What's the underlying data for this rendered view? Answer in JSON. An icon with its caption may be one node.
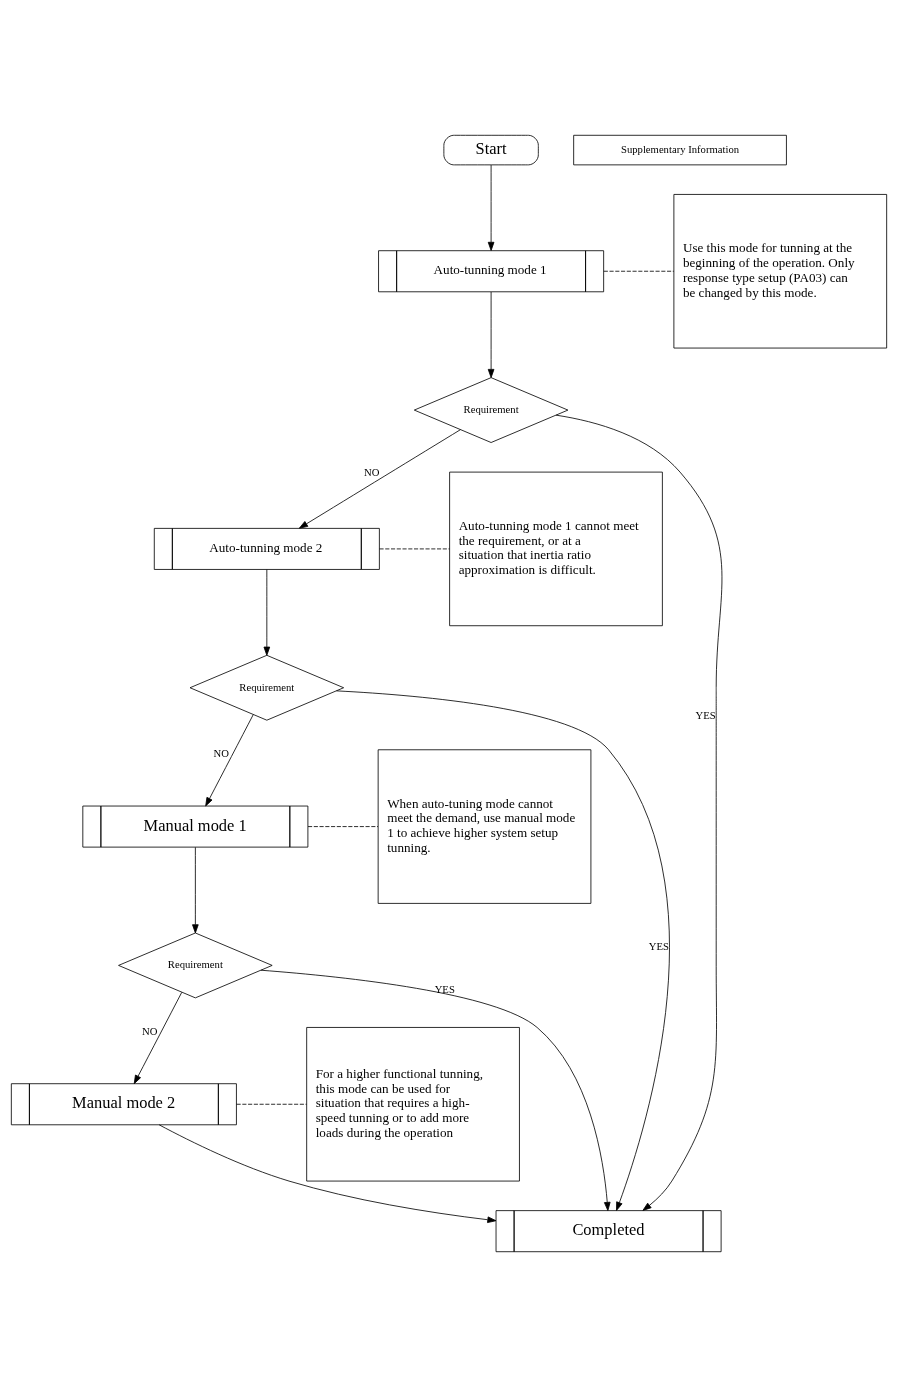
{
  "diagram": {
    "nodes": [
      {
        "text": [
          "Start"
        ]
      },
      {
        "text": [
          "Auto-tunning mode 1"
        ]
      },
      {
        "text": [
          "Requirement"
        ]
      },
      {
        "text": [
          "Auto-tunning mode 2"
        ]
      },
      {
        "text": [
          "Requirement"
        ]
      },
      {
        "text": [
          "Manual mode 1"
        ]
      },
      {
        "text": [
          "Requirement"
        ]
      },
      {
        "text": [
          "Manual mode 2"
        ]
      },
      {
        "text": [
          "Completed"
        ]
      },
      {
        "text": [
          "Supplementary Information"
        ]
      },
      {
        "text": [
          "Use this mode for tunning at the beginning of the operation. Only response type setup (PA03) can be changed by this mode."
        ]
      },
      {
        "text": [
          "Auto-tunning mode 1 cannot meet the requirement, or at a situation that inertia ratio approximation is difficult."
        ]
      },
      {
        "text": [
          "When auto-tuning mode cannot meet the demand, use manual mode 1 to achieve higher system setup tunning."
        ]
      },
      {
        "text": [
          "For a higher functional tunning, this mode can be used for situation that requires a high-speed tunning or to add more loads during the operation"
        ]
      }
    ],
    "edges": [
      {
        "from": 0,
        "to": 1,
        "arrow": "to"
      },
      {
        "from": 1,
        "to": 2,
        "arrow": "to"
      },
      {
        "from": 2,
        "to": 3,
        "arrow": "to",
        "label": "NO"
      },
      {
        "from": 3,
        "to": 4,
        "arrow": "to"
      },
      {
        "from": 4,
        "to": 5,
        "arrow": "to",
        "label": "NO"
      },
      {
        "from": 5,
        "to": 6,
        "arrow": "to"
      },
      {
        "from": 6,
        "to": 7,
        "arrow": "to",
        "label": "NO"
      },
      {
        "from": 7,
        "to": 8,
        "arrow": "to"
      },
      {
        "from": 2,
        "to": 8,
        "arrow": "to",
        "label": "YES"
      },
      {
        "from": 4,
        "to": 8,
        "arrow": "to",
        "label": "YES"
      },
      {
        "from": 6,
        "to": 8,
        "arrow": "to",
        "label": "YES"
      },
      {
        "from": 1,
        "to": 10,
        "arrow": "none",
        "style": "dashed"
      },
      {
        "from": 3,
        "to": 11,
        "arrow": "none",
        "style": "dashed"
      },
      {
        "from": 5,
        "to": 12,
        "arrow": "none",
        "style": "dashed"
      },
      {
        "from": 7,
        "to": 13,
        "arrow": "none",
        "style": "dashed"
      }
    ]
  }
}
